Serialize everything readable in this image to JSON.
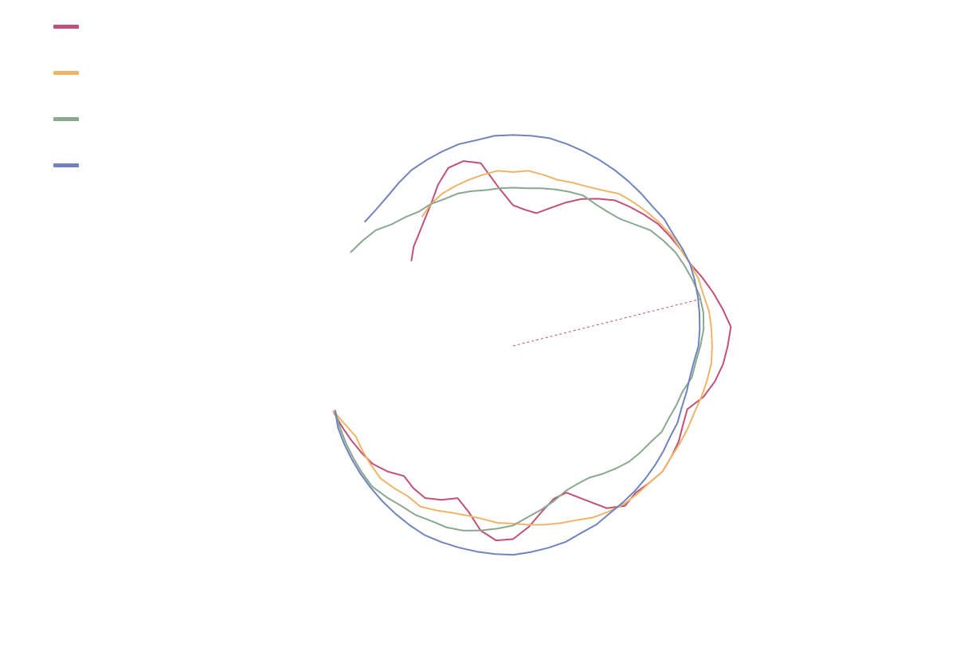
{
  "chart_data": {
    "type": "line",
    "coordinate_system": "polar",
    "title": "",
    "legend": {
      "position": "top-left",
      "show": true
    },
    "grid": false,
    "reference_line": {
      "style": "dashed",
      "color": "#c2507a",
      "angle_deg": 14,
      "r": 1.0
    },
    "series": [
      {
        "name": "",
        "color": "#c2507a",
        "points": [
          [
            200,
            0.98
          ],
          [
            205,
            0.97
          ],
          [
            210,
            0.96
          ],
          [
            215,
            0.95
          ],
          [
            220,
            0.94
          ],
          [
            225,
            0.91
          ],
          [
            230,
            0.87
          ],
          [
            235,
            0.89
          ],
          [
            240,
            0.9
          ],
          [
            245,
            0.87
          ],
          [
            250,
            0.83
          ],
          [
            255,
            0.88
          ],
          [
            260,
            0.96
          ],
          [
            265,
            1.0
          ],
          [
            270,
            0.99
          ],
          [
            275,
            0.93
          ],
          [
            280,
            0.86
          ],
          [
            285,
            0.81
          ],
          [
            290,
            0.8
          ],
          [
            295,
            0.87
          ],
          [
            300,
            0.96
          ],
          [
            305,
            1.0
          ],
          [
            310,
            0.98
          ],
          [
            315,
            0.99
          ],
          [
            320,
            1.0
          ],
          [
            325,
            0.99
          ],
          [
            330,
            0.98
          ],
          [
            335,
            0.96
          ],
          [
            340,
            0.95
          ],
          [
            345,
            1.01
          ],
          [
            350,
            1.05
          ],
          [
            355,
            1.08
          ],
          [
            360,
            1.1
          ],
          [
            365,
            1.12
          ],
          [
            370,
            1.09
          ],
          [
            375,
            1.06
          ],
          [
            380,
            1.03
          ],
          [
            385,
            1.0
          ],
          [
            390,
            0.99
          ],
          [
            395,
            0.98
          ],
          [
            400,
            0.97
          ],
          [
            405,
            0.95
          ],
          [
            410,
            0.93
          ],
          [
            415,
            0.91
          ],
          [
            420,
            0.87
          ],
          [
            425,
            0.83
          ],
          [
            430,
            0.78
          ],
          [
            435,
            0.73
          ],
          [
            440,
            0.69
          ],
          [
            445,
            0.7
          ],
          [
            450,
            0.72
          ],
          [
            455,
            0.81
          ],
          [
            460,
            0.95
          ],
          [
            465,
            0.98
          ],
          [
            470,
            0.97
          ],
          [
            475,
            0.91
          ],
          [
            480,
            0.84
          ],
          [
            485,
            0.79
          ],
          [
            490,
            0.75
          ],
          [
            495,
            0.72
          ],
          [
            500,
            0.68
          ]
        ]
      },
      {
        "name": "",
        "color": "#f0b468",
        "points": [
          [
            200,
            0.98
          ],
          [
            205,
            0.95
          ],
          [
            210,
            0.93
          ],
          [
            215,
            0.94
          ],
          [
            220,
            0.95
          ],
          [
            225,
            0.96
          ],
          [
            230,
            0.95
          ],
          [
            235,
            0.94
          ],
          [
            240,
            0.95
          ],
          [
            245,
            0.93
          ],
          [
            250,
            0.91
          ],
          [
            255,
            0.9
          ],
          [
            260,
            0.9
          ],
          [
            265,
            0.91
          ],
          [
            270,
            0.91
          ],
          [
            275,
            0.92
          ],
          [
            280,
            0.93
          ],
          [
            285,
            0.94
          ],
          [
            290,
            0.95
          ],
          [
            295,
            0.97
          ],
          [
            300,
            0.98
          ],
          [
            305,
            0.99
          ],
          [
            310,
            0.99
          ],
          [
            315,
            0.99
          ],
          [
            320,
            1.0
          ],
          [
            325,
            0.99
          ],
          [
            330,
            0.99
          ],
          [
            335,
            0.99
          ],
          [
            340,
            0.99
          ],
          [
            345,
            1.0
          ],
          [
            350,
            1.01
          ],
          [
            355,
            1.02
          ],
          [
            360,
            1.02
          ],
          [
            365,
            1.02
          ],
          [
            370,
            1.02
          ],
          [
            375,
            1.01
          ],
          [
            380,
            1.01
          ],
          [
            385,
            1.0
          ],
          [
            390,
            0.99
          ],
          [
            395,
            0.99
          ],
          [
            400,
            0.98
          ],
          [
            405,
            0.97
          ],
          [
            410,
            0.96
          ],
          [
            415,
            0.95
          ],
          [
            420,
            0.92
          ],
          [
            425,
            0.9
          ],
          [
            430,
            0.89
          ],
          [
            435,
            0.88
          ],
          [
            440,
            0.89
          ],
          [
            445,
            0.9
          ],
          [
            450,
            0.89
          ],
          [
            455,
            0.9
          ],
          [
            460,
            0.89
          ],
          [
            465,
            0.88
          ],
          [
            470,
            0.87
          ],
          [
            475,
            0.86
          ],
          [
            480,
            0.84
          ],
          [
            485,
            0.81
          ]
        ]
      },
      {
        "name": "",
        "color": "#8aa88e",
        "points": [
          [
            200,
            0.97
          ],
          [
            205,
            0.98
          ],
          [
            210,
            0.99
          ],
          [
            215,
            1.0
          ],
          [
            220,
            1.01
          ],
          [
            225,
            1.02
          ],
          [
            230,
            1.01
          ],
          [
            235,
            1.0
          ],
          [
            240,
            1.0
          ],
          [
            245,
            0.99
          ],
          [
            250,
            0.99
          ],
          [
            255,
            0.98
          ],
          [
            260,
            0.96
          ],
          [
            265,
            0.94
          ],
          [
            270,
            0.92
          ],
          [
            275,
            0.88
          ],
          [
            280,
            0.85
          ],
          [
            285,
            0.82
          ],
          [
            290,
            0.79
          ],
          [
            295,
            0.78
          ],
          [
            300,
            0.78
          ],
          [
            305,
            0.8
          ],
          [
            310,
            0.82
          ],
          [
            315,
            0.84
          ],
          [
            320,
            0.85
          ],
          [
            325,
            0.86
          ],
          [
            330,
            0.88
          ],
          [
            335,
            0.88
          ],
          [
            340,
            0.89
          ],
          [
            345,
            0.9
          ],
          [
            350,
            0.93
          ],
          [
            355,
            0.94
          ],
          [
            360,
            0.96
          ],
          [
            365,
            0.98
          ],
          [
            370,
            0.99
          ],
          [
            375,
            0.99
          ],
          [
            380,
            0.98
          ],
          [
            385,
            0.97
          ],
          [
            390,
            0.96
          ],
          [
            395,
            0.94
          ],
          [
            400,
            0.92
          ],
          [
            405,
            0.88
          ],
          [
            410,
            0.85
          ],
          [
            415,
            0.84
          ],
          [
            420,
            0.84
          ],
          [
            425,
            0.85
          ],
          [
            430,
            0.84
          ],
          [
            435,
            0.83
          ],
          [
            440,
            0.82
          ],
          [
            445,
            0.81
          ],
          [
            450,
            0.81
          ],
          [
            455,
            0.81
          ],
          [
            460,
            0.81
          ],
          [
            465,
            0.82
          ],
          [
            470,
            0.83
          ],
          [
            475,
            0.83
          ],
          [
            480,
            0.84
          ],
          [
            485,
            0.84
          ],
          [
            490,
            0.86
          ],
          [
            495,
            0.88
          ],
          [
            500,
            0.92
          ],
          [
            505,
            0.94
          ],
          [
            510,
            0.96
          ]
        ]
      },
      {
        "name": "",
        "color": "#6f84bd",
        "points": [
          [
            200,
            0.97
          ],
          [
            205,
            0.99
          ],
          [
            210,
            1.0
          ],
          [
            215,
            1.01
          ],
          [
            220,
            1.02
          ],
          [
            225,
            1.03
          ],
          [
            230,
            1.04
          ],
          [
            235,
            1.05
          ],
          [
            240,
            1.06
          ],
          [
            245,
            1.07
          ],
          [
            250,
            1.07
          ],
          [
            255,
            1.07
          ],
          [
            260,
            1.07
          ],
          [
            265,
            1.07
          ],
          [
            270,
            1.07
          ],
          [
            275,
            1.06
          ],
          [
            280,
            1.05
          ],
          [
            285,
            1.04
          ],
          [
            290,
            1.02
          ],
          [
            295,
            1.01
          ],
          [
            300,
            0.99
          ],
          [
            305,
            0.98
          ],
          [
            310,
            0.97
          ],
          [
            315,
            0.96
          ],
          [
            320,
            0.95
          ],
          [
            325,
            0.94
          ],
          [
            330,
            0.93
          ],
          [
            335,
            0.93
          ],
          [
            340,
            0.92
          ],
          [
            345,
            0.92
          ],
          [
            350,
            0.92
          ],
          [
            355,
            0.93
          ],
          [
            360,
            0.95
          ],
          [
            365,
            0.96
          ],
          [
            370,
            0.97
          ],
          [
            375,
            0.98
          ],
          [
            380,
            0.99
          ],
          [
            385,
            1.0
          ],
          [
            390,
            1.0
          ],
          [
            395,
            1.0
          ],
          [
            400,
            1.01
          ],
          [
            405,
            1.01
          ],
          [
            410,
            1.02
          ],
          [
            415,
            1.03
          ],
          [
            420,
            1.04
          ],
          [
            425,
            1.05
          ],
          [
            430,
            1.06
          ],
          [
            435,
            1.07
          ],
          [
            440,
            1.08
          ],
          [
            445,
            1.08
          ],
          [
            450,
            1.08
          ],
          [
            455,
            1.08
          ],
          [
            460,
            1.07
          ],
          [
            465,
            1.07
          ],
          [
            470,
            1.06
          ],
          [
            475,
            1.05
          ],
          [
            480,
            1.04
          ],
          [
            485,
            1.02
          ],
          [
            490,
            1.0
          ],
          [
            495,
            0.99
          ],
          [
            500,
            0.99
          ]
        ]
      }
    ]
  }
}
